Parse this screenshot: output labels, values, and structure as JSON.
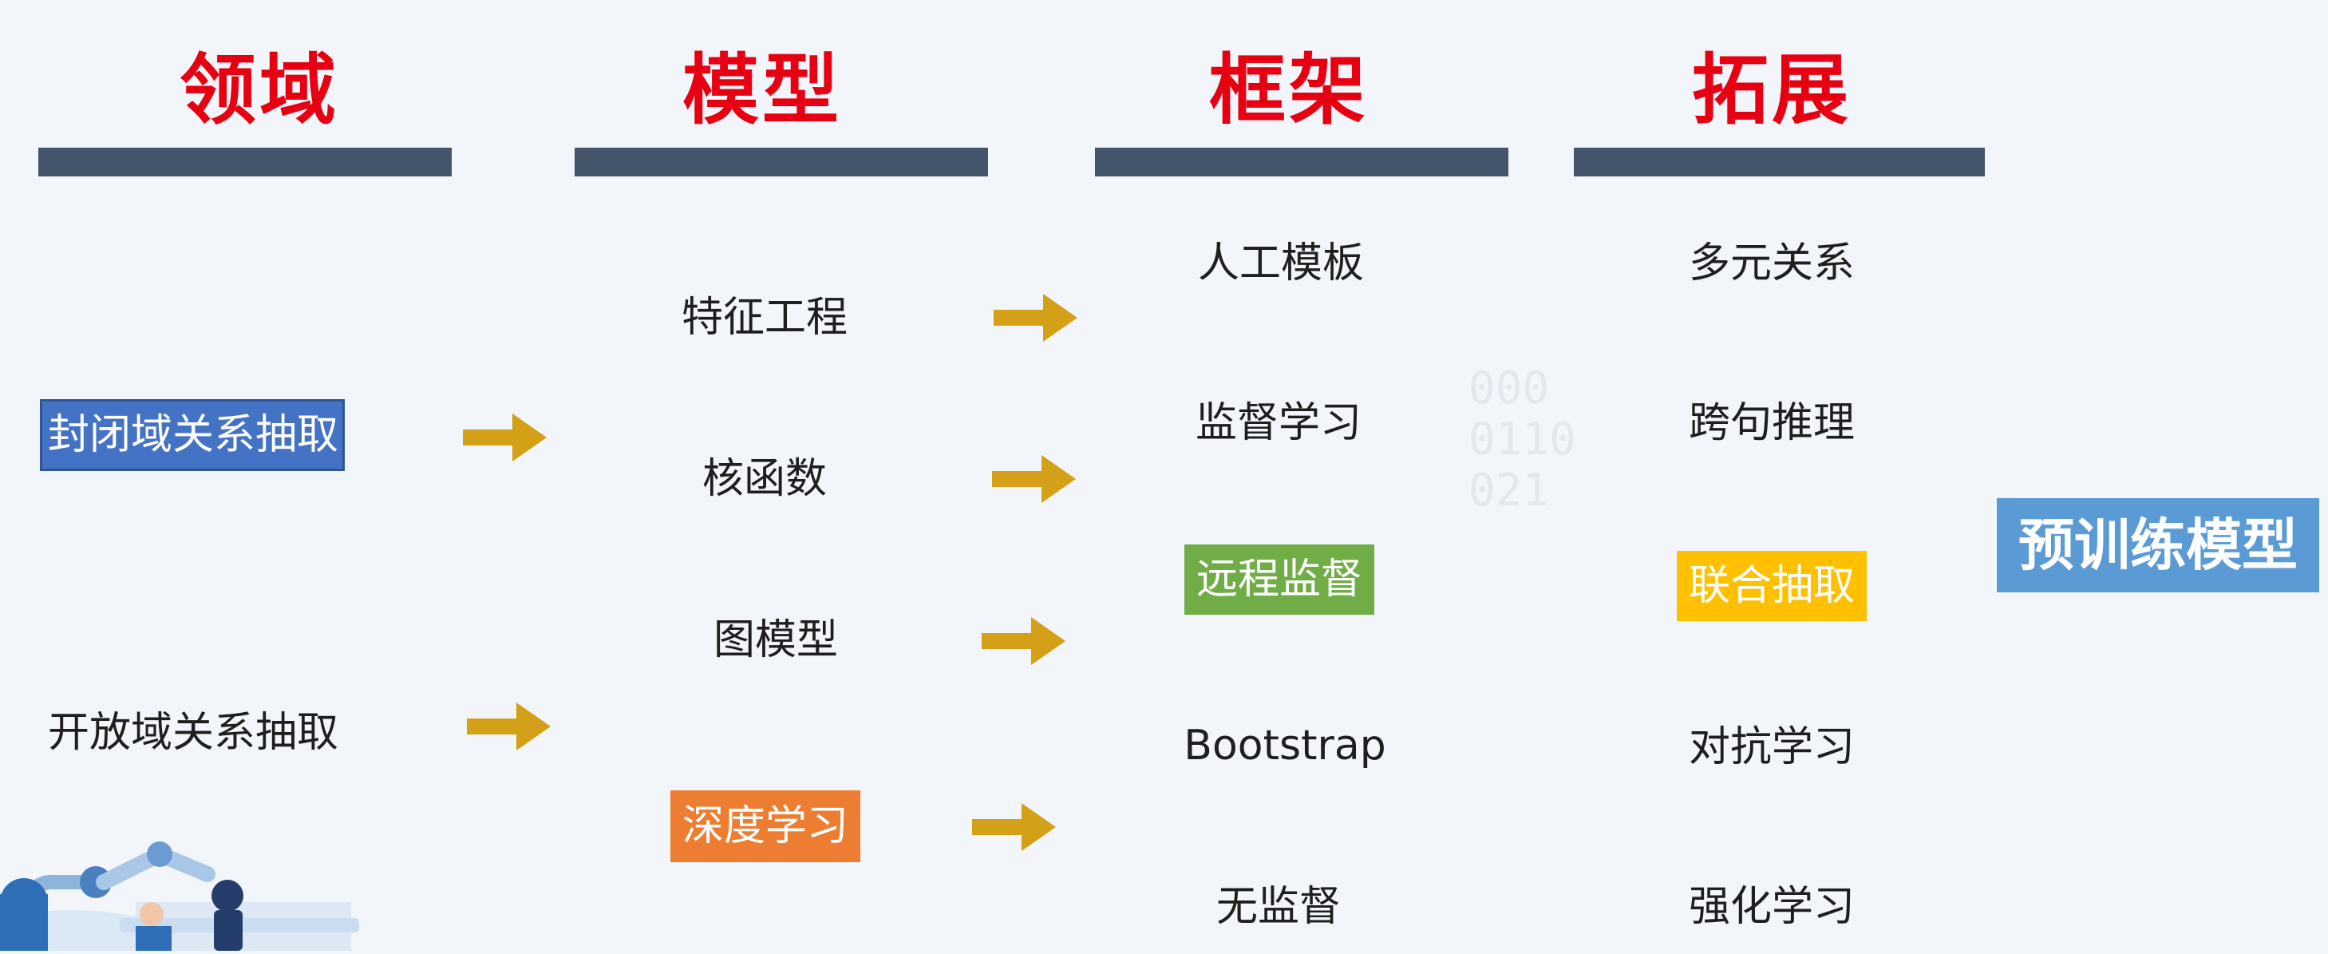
{
  "colors": {
    "heading": "#e60012",
    "header_bar": "#44546a",
    "arrow": "#d4a017",
    "tag_blue": "#4472c4",
    "tag_green": "#70ad47",
    "tag_orange": "#ed7d31",
    "tag_yellow": "#ffc000",
    "tag_pretrain": "#5b9bd5"
  },
  "headers": [
    "领域",
    "模型",
    "框架",
    "拓展"
  ],
  "domain": {
    "closed": "封闭域关系抽取",
    "open": "开放域关系抽取"
  },
  "model": {
    "items": [
      "特征工程",
      "核函数",
      "图模型",
      "深度学习"
    ]
  },
  "framework": {
    "items": [
      "人工模板",
      "监督学习",
      "远程监督",
      "Bootstrap",
      "无监督"
    ]
  },
  "extension": {
    "items": [
      "多元关系",
      "跨句推理",
      "联合抽取",
      "对抗学习",
      "强化学习"
    ]
  },
  "pretrain": "预训练模型"
}
